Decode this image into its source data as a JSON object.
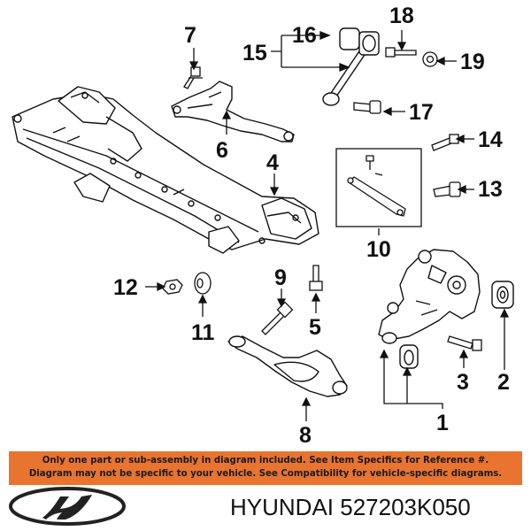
{
  "callouts": {
    "c1": "1",
    "c2": "2",
    "c3": "3",
    "c4": "4",
    "c5": "5",
    "c6": "6",
    "c7": "7",
    "c8": "8",
    "c9": "9",
    "c10": "10",
    "c11": "11",
    "c12": "12",
    "c13": "13",
    "c14": "14",
    "c15": "15",
    "c16": "16",
    "c17": "17",
    "c18": "18",
    "c19": "19"
  },
  "banner": {
    "line1": "Only one part or sub-assembly in diagram included. See Item Specifics for Reference #.",
    "line2": "Diagram may not be specific to your vehicle. See Compatibility for vehicle-specific diagrams."
  },
  "footer": {
    "brand": "HYUNDAI",
    "part_number": "527203K050"
  },
  "colors": {
    "banner": "#e8742f",
    "ink": "#111111"
  },
  "icons": {
    "logo": "hyundai-logo"
  }
}
